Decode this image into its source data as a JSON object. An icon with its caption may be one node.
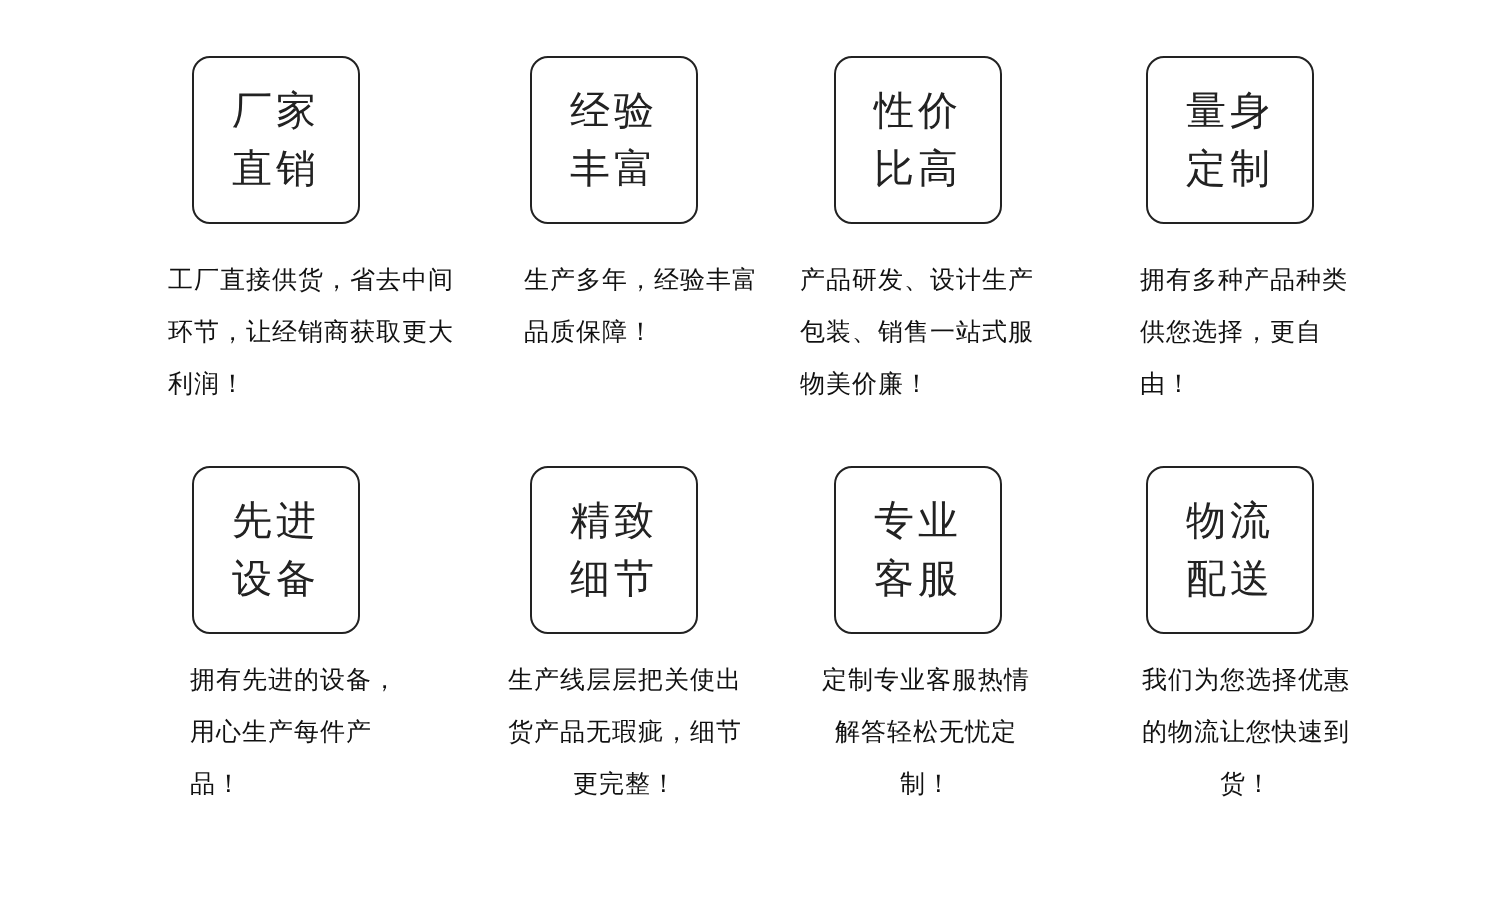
{
  "diagram": {
    "nodes": [
      {
        "text": [
          "厂家直销"
        ],
        "beside": [
          "工厂直接供货，省去中间环节，让经销商获取更大利润！"
        ]
      },
      {
        "text": [
          "经验丰富"
        ],
        "beside": [
          "生产多年，经验丰富品质保障！"
        ]
      },
      {
        "text": [
          "性价比高"
        ],
        "beside": [
          "产品研发、设计生产包装、销售一站式服物美价廉！"
        ]
      },
      {
        "text": [
          "量身定制"
        ],
        "beside": [
          "拥有多种产品种类供您选择，更自由！"
        ]
      },
      {
        "text": [
          "先进设备"
        ],
        "beside": [
          "拥有先进的设备，用心生产每件产品！"
        ]
      },
      {
        "text": [
          "精致细节"
        ],
        "beside": [
          "生产线层层把关使出货产品无瑕疵，细节更完整！"
        ]
      },
      {
        "text": [
          "专业客服"
        ],
        "beside": [
          "定制专业客服热情解答轻松无忧定制！"
        ]
      },
      {
        "text": [
          "物流配送"
        ],
        "beside": [
          "我们为您选择优惠的物流让您快速到货！"
        ]
      }
    ]
  }
}
